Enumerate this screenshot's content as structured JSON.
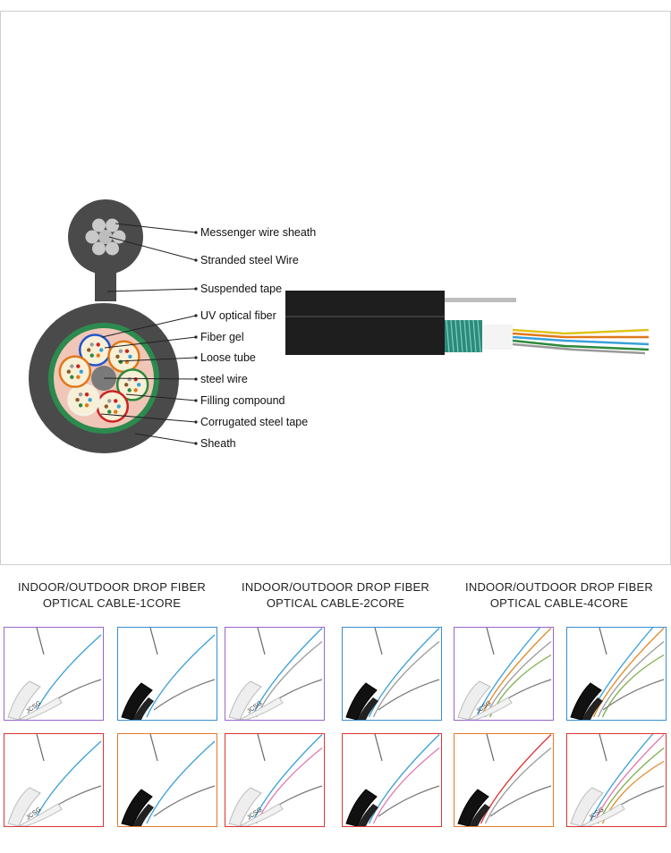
{
  "diagram": {
    "callouts": [
      "Messenger wire sheath",
      "Stranded steel Wire",
      "Suspended tape",
      "UV optical fiber",
      "Fiber gel",
      "Loose tube",
      "steel wire",
      "Filling compound",
      "Corrugated steel tape",
      "Sheath"
    ]
  },
  "products": [
    {
      "title_line1": "INDOOR/OUTDOOR DROP FIBER",
      "title_line2": "OPTICAL CABLE-1CORE"
    },
    {
      "title_line1": "INDOOR/OUTDOOR DROP FIBER",
      "title_line2": "OPTICAL CABLE-2CORE"
    },
    {
      "title_line1": "INDOOR/OUTDOOR DROP FIBER",
      "title_line2": "OPTICAL CABLE-4CORE"
    }
  ],
  "thumbnails": [
    {
      "kind": "white",
      "frame_color": "#9966cc",
      "fibers": [
        "#3aa0d8"
      ],
      "jacket_text": "JCSG"
    },
    {
      "kind": "black",
      "frame_color": "#3a8ed0",
      "fibers": [
        "#3aa0d8"
      ]
    },
    {
      "kind": "white",
      "frame_color": "#9966cc",
      "fibers": [
        "#3aa0d8",
        "#9a9a9a"
      ],
      "jacket_text": "JCSG"
    },
    {
      "kind": "black",
      "frame_color": "#3a8ed0",
      "fibers": [
        "#3aa0d8",
        "#9a9a9a"
      ]
    },
    {
      "kind": "white",
      "frame_color": "#9966cc",
      "fibers": [
        "#3aa0d8",
        "#e08a2a",
        "#9a9a9a",
        "#7ab04a"
      ],
      "jacket_text": "JCSG"
    },
    {
      "kind": "black",
      "frame_color": "#3a8ed0",
      "fibers": [
        "#3aa0d8",
        "#e08a2a",
        "#9a9a9a",
        "#7ab04a"
      ]
    },
    {
      "kind": "white",
      "frame_color": "#dd3333",
      "fibers": [
        "#3aa0d8"
      ],
      "jacket_text": "JCSG"
    },
    {
      "kind": "black",
      "frame_color": "#e07a2a",
      "fibers": [
        "#3aa0d8"
      ]
    },
    {
      "kind": "white",
      "frame_color": "#dd3333",
      "fibers": [
        "#3aa0d8",
        "#e07ab0"
      ],
      "jacket_text": "JCSG"
    },
    {
      "kind": "black",
      "frame_color": "#dd3333",
      "fibers": [
        "#3aa0d8",
        "#e07ab0"
      ]
    },
    {
      "kind": "black",
      "frame_color": "#e07a2a",
      "fibers": [
        "#dd3333",
        "#9a9a9a"
      ]
    },
    {
      "kind": "white",
      "frame_color": "#dd3333",
      "fibers": [
        "#3aa0d8",
        "#e07ab0",
        "#7ab04a",
        "#e08a2a"
      ],
      "jacket_text": "JCSG"
    }
  ],
  "colors": {
    "sheath": "#4a4a4a",
    "armor": "#2c8a4e",
    "filling": "#f0c6b8",
    "tube_colors": [
      "#2255cc",
      "#e0781a",
      "#2c8a3c",
      "#cc2222",
      "#f4f0e4",
      "#e0781a"
    ]
  }
}
